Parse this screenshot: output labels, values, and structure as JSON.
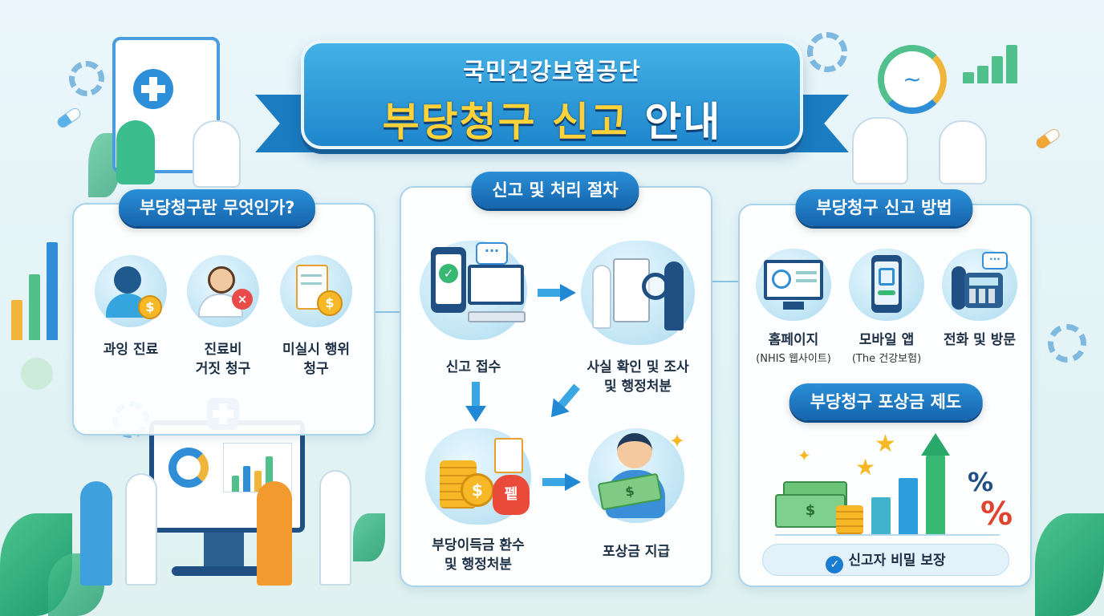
{
  "title": {
    "subtitle": "국민건강보험공단",
    "main_highlight": "부당청구 신고",
    "main_rest": "안내"
  },
  "sections": {
    "definition": {
      "heading": "부당청구란 무엇인가?",
      "items": [
        {
          "label_line1": "과잉 진료",
          "label_line2": "",
          "icon": "doctor-coin-icon"
        },
        {
          "label_line1": "진료비",
          "label_line2": "거짓 청구",
          "icon": "doctor-x-icon"
        },
        {
          "label_line1": "미실시 행위",
          "label_line2": "청구",
          "icon": "invoice-coin-icon"
        }
      ]
    },
    "process": {
      "heading": "신고 및 처리 절차",
      "steps": [
        {
          "label_line1": "신고 접수",
          "label_line2": "",
          "icon": "phone-computer-icon"
        },
        {
          "label_line1": "사실 확인 및 조사",
          "label_line2": "및 행정처분",
          "icon": "investigation-icon"
        },
        {
          "label_line1": "부당이득금 환수",
          "label_line2": "및 행정처분",
          "icon": "coins-bag-icon",
          "bag_text": "펱"
        },
        {
          "label_line1": "포상금 지급",
          "label_line2": "",
          "icon": "reward-person-icon"
        }
      ]
    },
    "methods": {
      "heading": "부당청구 신고 방법",
      "items": [
        {
          "label": "홈페이지",
          "sub": "(NHIS 웹사이트)",
          "icon": "website-icon"
        },
        {
          "label": "모바일 앱",
          "sub": "(The 건강보험)",
          "icon": "mobile-app-icon"
        },
        {
          "label": "전화 및 방문",
          "sub": "",
          "icon": "telephone-icon"
        }
      ]
    },
    "reward": {
      "heading": "부당청구 포상금 제도",
      "percent_a": "%",
      "percent_b": "%",
      "badge": "신고자 비밀 보장"
    }
  },
  "colors": {
    "primary": "#1f86cc",
    "accent_yellow": "#ffd23a",
    "panel_border": "#a9d4ea",
    "green": "#2fb174"
  }
}
